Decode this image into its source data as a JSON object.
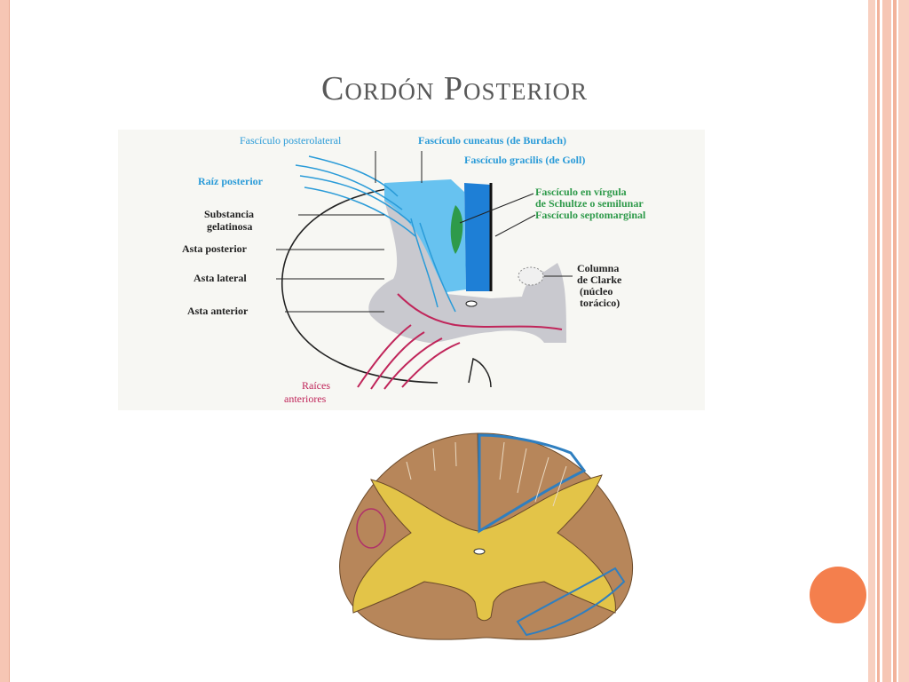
{
  "slide": {
    "title": "Cordón Posterior"
  },
  "figure_top": {
    "labels": {
      "fasciculo_posterolateral": "Fascículo posterolateral",
      "raiz_posterior": "Raíz posterior",
      "substancia": "Substancia",
      "gelatinosa": "gelatinosa",
      "asta_posterior": "Asta posterior",
      "asta_lateral": "Asta lateral",
      "asta_anterior": "Asta anterior",
      "raices": "Raíces",
      "anteriores": "anteriores",
      "fasciculo_cuneatus": "Fascículo cuneatus (de Burdach)",
      "fasciculo_gracilis": "Fascículo gracilis (de Goll)",
      "virgula_1": "Fascículo en vírgula",
      "virgula_2": "de Schultze o semilunar",
      "septomarginal": "Fascículo septomarginal",
      "columna": "Columna",
      "de_clarke": "de Clarke",
      "nucleo": "(núcleo",
      "toracico": "torácico)"
    },
    "colors": {
      "label_blue": "#2a9bd8",
      "label_black": "#222222",
      "label_red": "#c0255a",
      "gray_matter": "#c9c9cf",
      "cuneatus_fill": "#67c2f0",
      "gracilis_fill": "#1e7fd6",
      "virgula_fill": "#2e9a4a"
    }
  },
  "figure_bottom": {
    "colors": {
      "white_matter": "#b7865a",
      "gray_matter": "#e3c448",
      "highlight": "#2f7fc0"
    }
  },
  "decor": {
    "accent_circle": "#f47f4d",
    "frame_color": "#f6c6b4"
  }
}
